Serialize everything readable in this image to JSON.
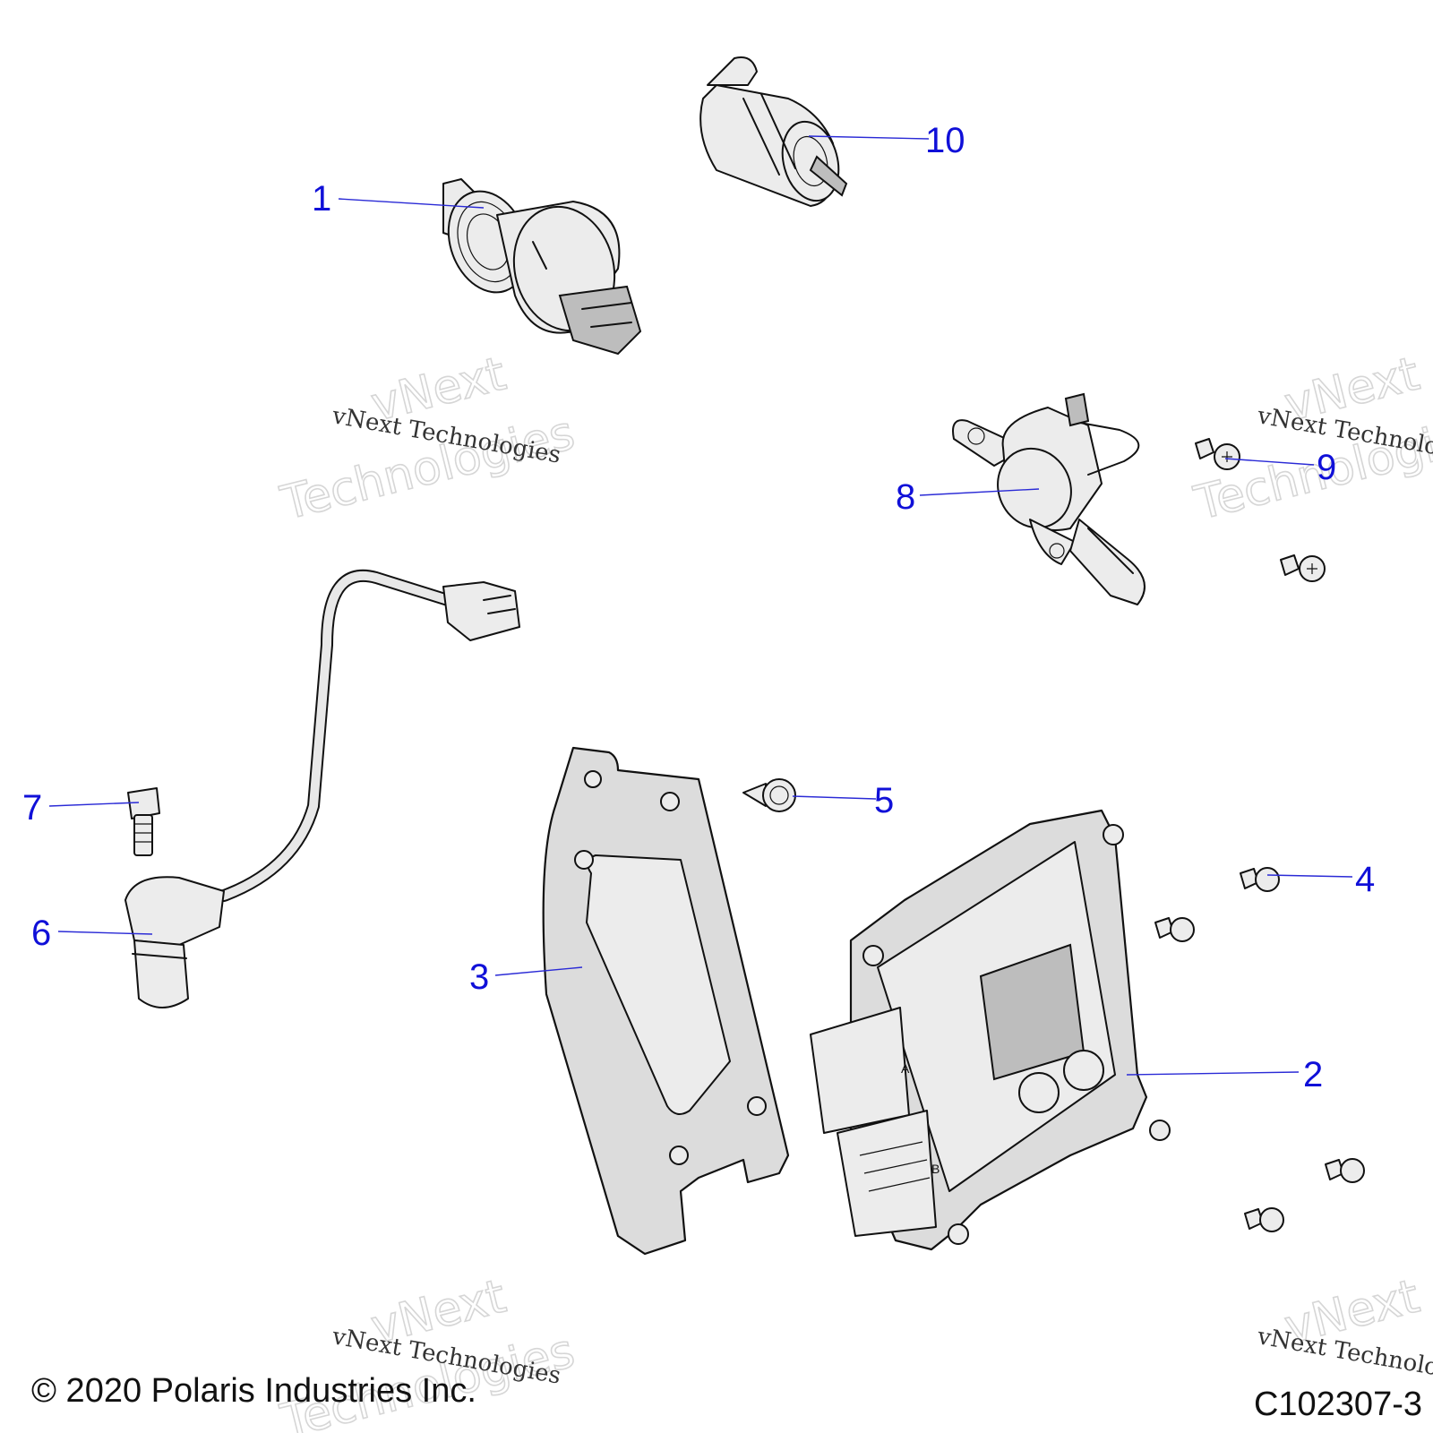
{
  "callouts": [
    {
      "id": "1",
      "label": "1"
    },
    {
      "id": "2",
      "label": "2"
    },
    {
      "id": "3",
      "label": "3"
    },
    {
      "id": "4",
      "label": "4"
    },
    {
      "id": "5",
      "label": "5"
    },
    {
      "id": "6",
      "label": "6"
    },
    {
      "id": "7",
      "label": "7"
    },
    {
      "id": "8",
      "label": "8"
    },
    {
      "id": "9",
      "label": "9"
    },
    {
      "id": "10",
      "label": "10"
    }
  ],
  "watermark": {
    "brand": "vNext",
    "company": "Technologies",
    "full": "vNext Technologies"
  },
  "connector_pins": {
    "a": "A",
    "b": "B"
  },
  "footer": {
    "copyright": "© 2020 Polaris Industries Inc.",
    "diagram_code": "C102307-3"
  },
  "colors": {
    "callout": "#1010d8",
    "part_fill": "#dcdcdc",
    "outline": "#111111"
  }
}
